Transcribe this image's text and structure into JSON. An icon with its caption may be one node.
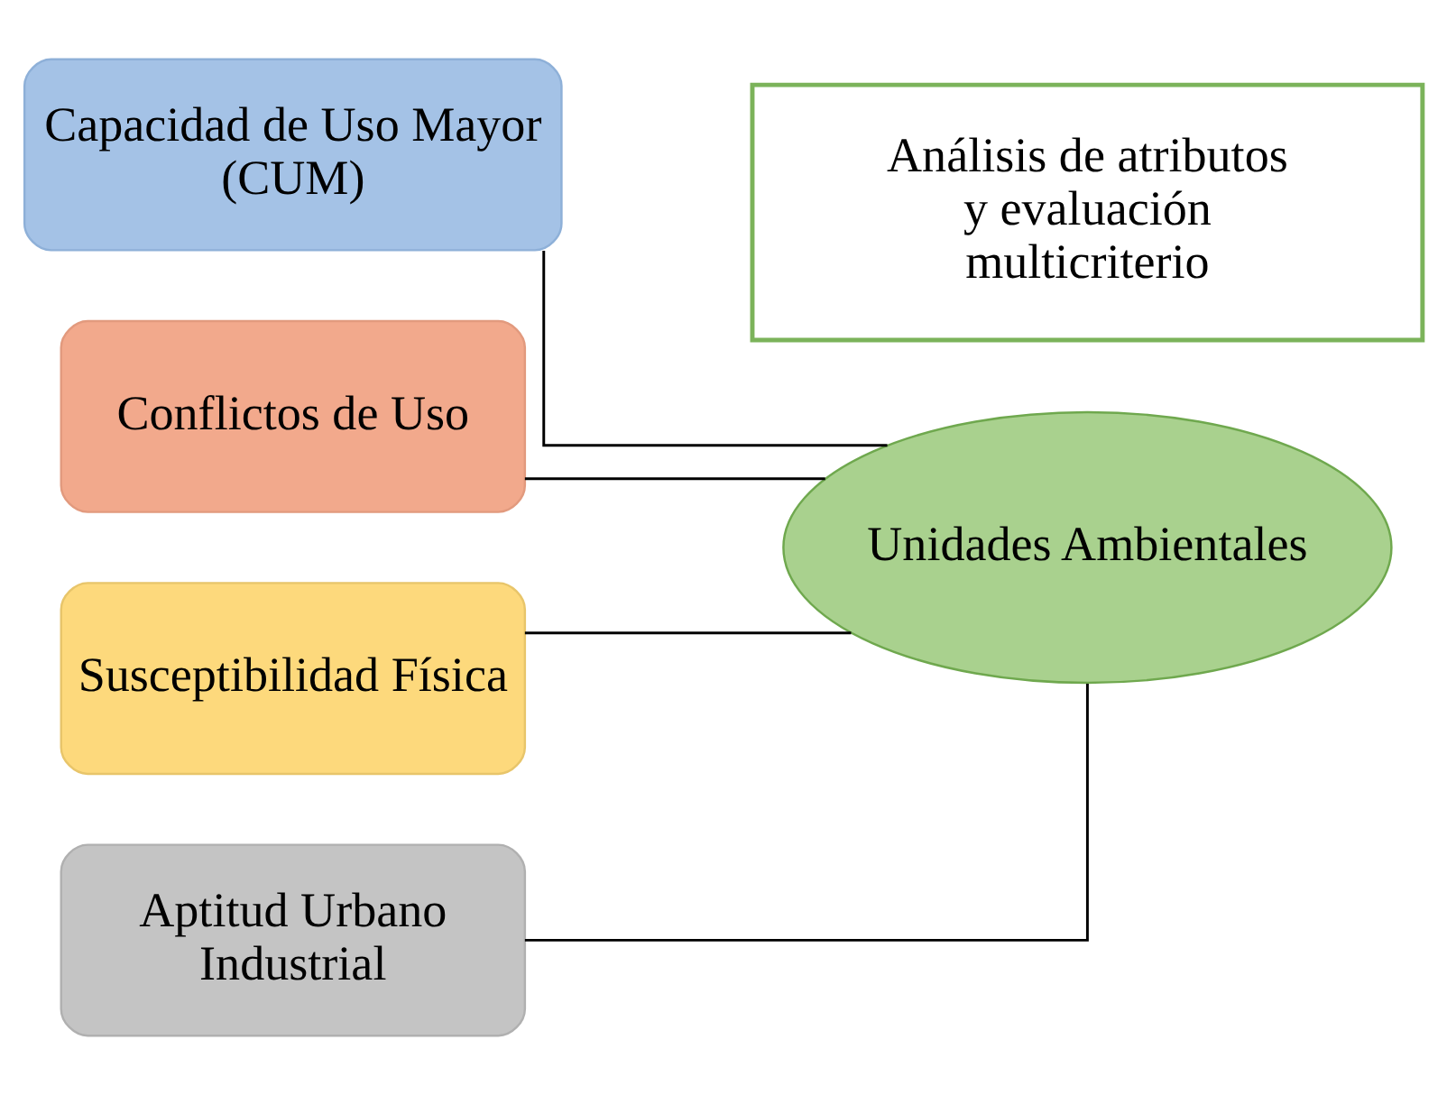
{
  "diagram": {
    "nodes": [
      {
        "text": [
          "Capacidad de Uso Mayor (CUM)"
        ]
      },
      {
        "text": [
          "Conflictos de Uso"
        ]
      },
      {
        "text": [
          "Susceptibilidad Física"
        ]
      },
      {
        "text": [
          "Aptitud Urbano Industrial"
        ]
      },
      {
        "text": [
          "Análisis de atributos y evaluación multicriterio"
        ]
      },
      {
        "text": [
          "Unidades Ambientales"
        ]
      }
    ],
    "edges": [
      {
        "from": 0,
        "to": 5,
        "arrow": "none"
      },
      {
        "from": 1,
        "to": 5,
        "arrow": "none"
      },
      {
        "from": 2,
        "to": 5,
        "arrow": "none"
      },
      {
        "from": 3,
        "to": 5,
        "arrow": "none"
      }
    ]
  }
}
